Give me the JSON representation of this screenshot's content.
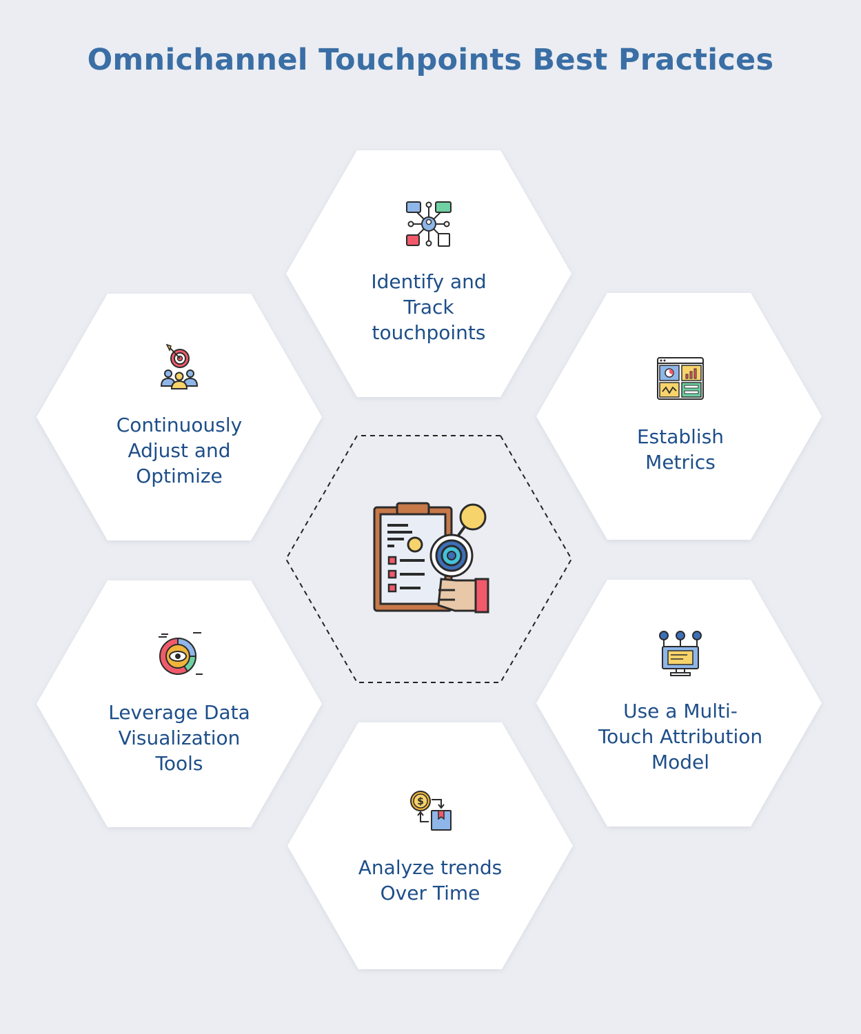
{
  "title": "Omnichannel Touchpoints Best Practices",
  "colors": {
    "background": "#ebedf2",
    "hex_fill": "#ffffff",
    "title": "#3a6ea5",
    "label": "#1d4e89"
  },
  "practices": [
    {
      "id": "identify",
      "label_lines": [
        "Identify and",
        "Track",
        "touchpoints"
      ],
      "icon": "omnichannel-network-icon"
    },
    {
      "id": "continuously",
      "label_lines": [
        "Continuously",
        "Adjust and",
        "Optimize"
      ],
      "icon": "target-audience-icon"
    },
    {
      "id": "establish",
      "label_lines": [
        "Establish",
        "Metrics"
      ],
      "icon": "metrics-dashboard-icon"
    },
    {
      "id": "leverage",
      "label_lines": [
        "Leverage Data",
        "Visualization",
        "Tools"
      ],
      "icon": "data-visualization-icon"
    },
    {
      "id": "multitouch",
      "label_lines": [
        "Use a Multi-",
        "Touch Attribution",
        "Model"
      ],
      "icon": "attribution-network-icon"
    },
    {
      "id": "analyze",
      "label_lines": [
        "Analyze trends",
        "Over Time"
      ],
      "icon": "money-exchange-icon"
    }
  ],
  "center": {
    "icon": "clipboard-analysis-icon"
  }
}
